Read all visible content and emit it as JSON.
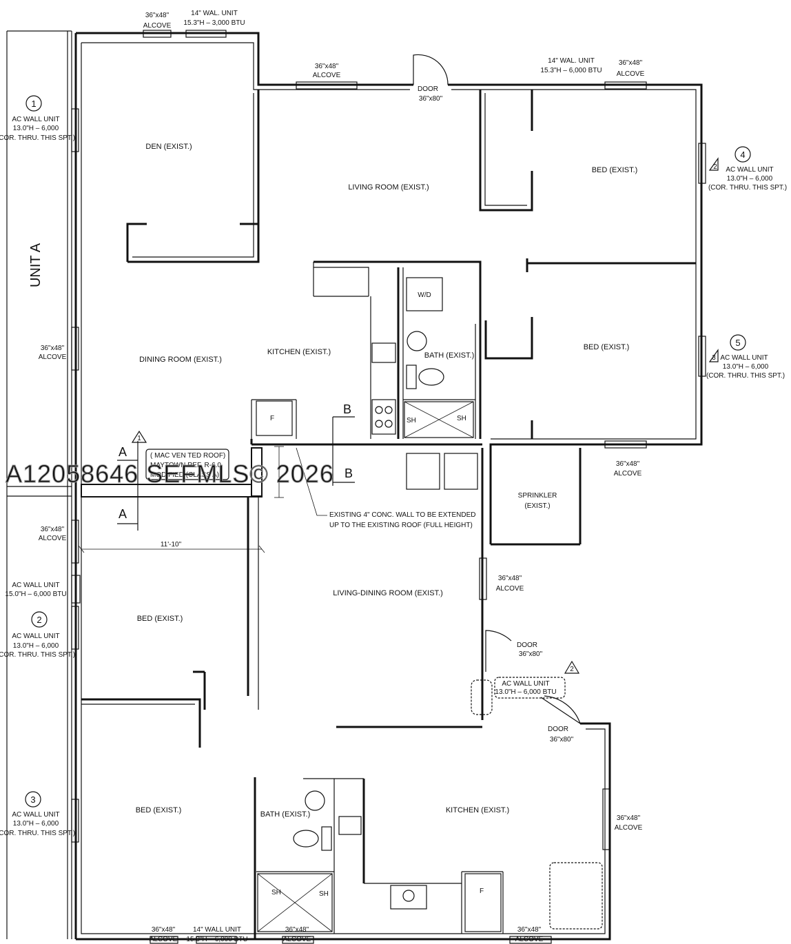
{
  "unit_label": "UNIT A",
  "rooms": {
    "den": "DEN (EXIST.)",
    "living_room": "LIVING ROOM (EXIST.)",
    "bed_top_right": "BED (EXIST.)",
    "bed_mid_right": "BED (EXIST.)",
    "dining_room": "DINING ROOM (EXIST.)",
    "kitchen_top": "KITCHEN (EXIST.)",
    "bath_top": "BATH (EXIST.)",
    "sprinkler": "SPRINKLER (EXIST.)",
    "living_dining": "LIVING-DINING ROOM (EXIST.)",
    "bed_lower_left": "BED (EXIST.)",
    "bed_bottom_left": "BED (EXIST.)",
    "bath_bottom": "BATH (EXIST.)",
    "kitchen_bottom": "KITCHEN (EXIST.)"
  },
  "fixtures": {
    "wd": "W/D",
    "fridge": "F",
    "shower": "SH"
  },
  "openings": {
    "alcove_size": "36\"x48\"",
    "alcove": "ALCOVE",
    "door": "DOOR",
    "door_size": "36\"x80\"",
    "wall_unit_14": "14\" WAL. UNIT",
    "wall_unit_14b": "14\" WALL UNIT",
    "btu_3000": "15.3\"H – 3,000 BTU",
    "btu_6000": "15.3\"H – 6,000 BTU"
  },
  "ac_unit": {
    "title": "AC WALL UNIT",
    "spec": "13.0\"H – 6,000",
    "spec_btu": "13.0\"H – 6,000 BTU",
    "note": "(COR. THRU. THIS SPT.)",
    "spec_alt": "15.0\"H – 6,000 BTU"
  },
  "markers": [
    "1",
    "2",
    "3",
    "4",
    "5"
  ],
  "revisions": [
    "1",
    "2",
    "3"
  ],
  "sections": {
    "a": "A",
    "b": "B"
  },
  "roof_note": [
    "( MAC VEN TED ROOF)",
    "MAYTOWN REF. R-6.0",
    "MODIFIED (CLASS A)"
  ],
  "wall_note": [
    "EXISTING 4\" CONC. WALL TO BE EXTENDED",
    "UP TO THE EXISTING ROOF (FULL HEIGHT)"
  ],
  "dimension": "11'-10\"",
  "watermark": "A12058646 SEFMLS© 2026"
}
